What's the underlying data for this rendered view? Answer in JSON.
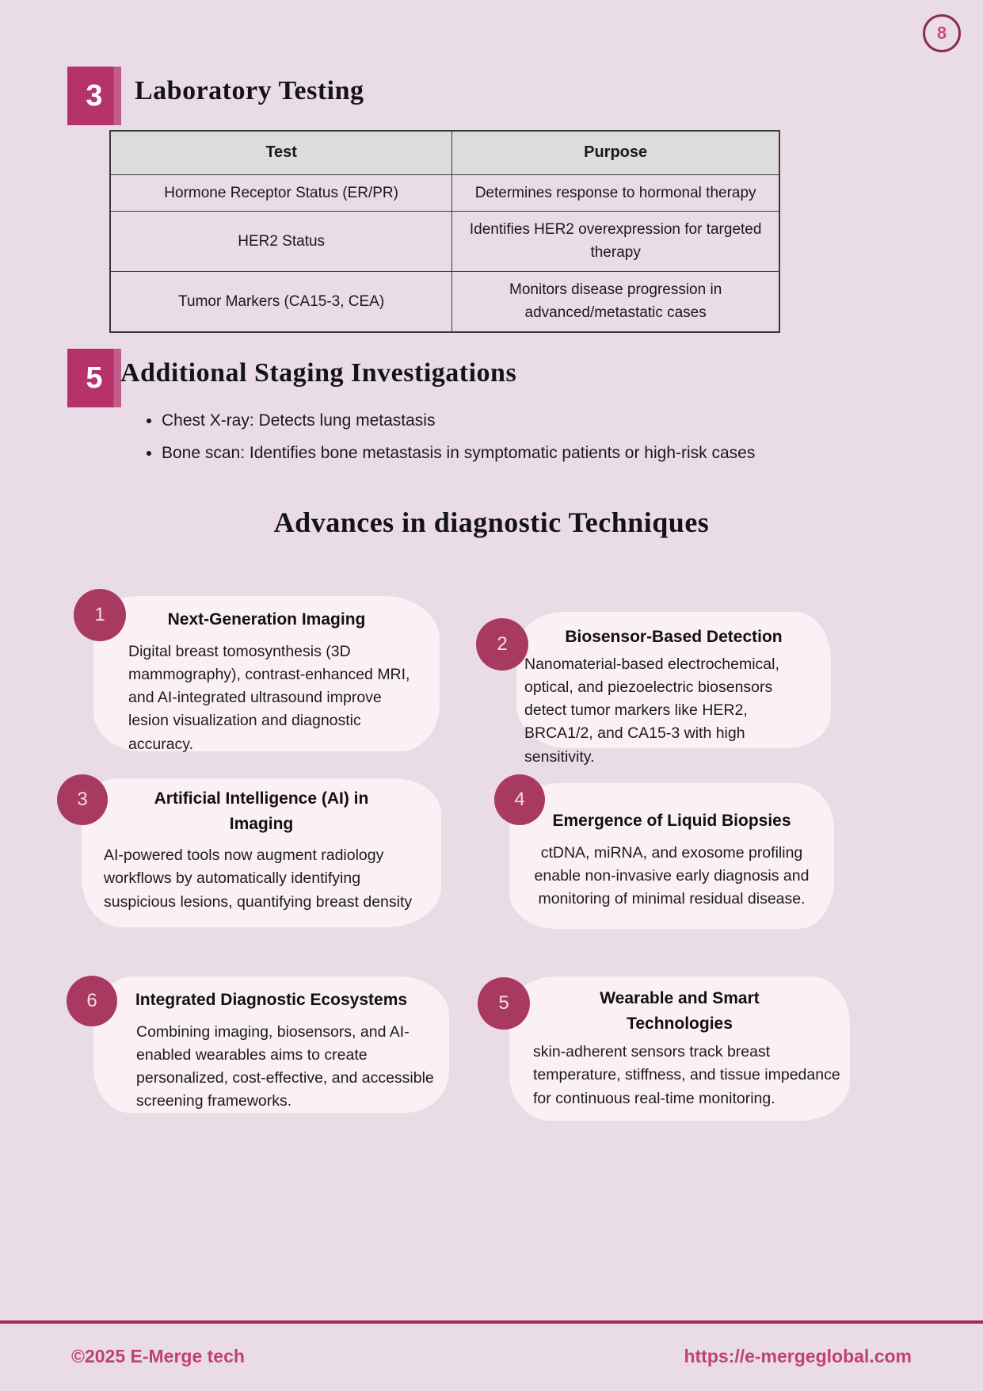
{
  "page": {
    "number": "8",
    "background_color": "#e9dce6",
    "accent_color": "#b5326a",
    "circle_color": "#a83a61",
    "footer_color": "#c23f77"
  },
  "lab_section": {
    "badge": "3",
    "title": "Laboratory Testing",
    "table": {
      "headers": [
        "Test",
        "Purpose"
      ],
      "rows": [
        [
          "Hormone Receptor Status (ER/PR)",
          "Determines response to hormonal therapy"
        ],
        [
          "HER2 Status",
          "Identifies HER2 overexpression for targeted therapy"
        ],
        [
          "Tumor Markers (CA15-3, CEA)",
          "Monitors disease progression in advanced/metastatic cases"
        ]
      ]
    }
  },
  "staging_section": {
    "badge": "5",
    "title": "Additional Staging Investigations",
    "bullets": [
      "Chest X-ray: Detects lung metastasis",
      "Bone scan: Identifies bone metastasis in symptomatic patients or high-risk cases"
    ]
  },
  "advances": {
    "title": "Advances in diagnostic Techniques",
    "cards": [
      {
        "number": "1",
        "title": "Next-Generation Imaging",
        "body": "Digital breast tomosynthesis (3D mammography), contrast-enhanced MRI, and AI-integrated ultrasound improve lesion visualization and diagnostic accuracy."
      },
      {
        "number": "2",
        "title": "Biosensor-Based Detection",
        "body": "Nanomaterial-based electrochemical, optical, and piezoelectric biosensors detect tumor markers like HER2, BRCA1/2, and CA15-3 with high sensitivity."
      },
      {
        "number": "3",
        "title": "Artificial Intelligence (AI) in Imaging",
        "body": "AI-powered tools now augment radiology workflows by automatically identifying suspicious lesions, quantifying breast density"
      },
      {
        "number": "4",
        "title": "Emergence of Liquid Biopsies",
        "body": "ctDNA, miRNA, and exosome profiling enable non-invasive early diagnosis and monitoring of minimal residual disease."
      },
      {
        "number": "6",
        "title": "Integrated Diagnostic Ecosystems",
        "body": "Combining imaging, biosensors, and AI-enabled wearables aims to create personalized, cost-effective, and accessible screening frameworks."
      },
      {
        "number": "5",
        "title": "Wearable and Smart Technologies",
        "body": "skin-adherent sensors track breast temperature, stiffness, and tissue impedance for continuous real-time monitoring."
      }
    ]
  },
  "footer": {
    "copyright": "©2025 E-Merge tech",
    "url": "https://e-mergeglobal.com"
  }
}
